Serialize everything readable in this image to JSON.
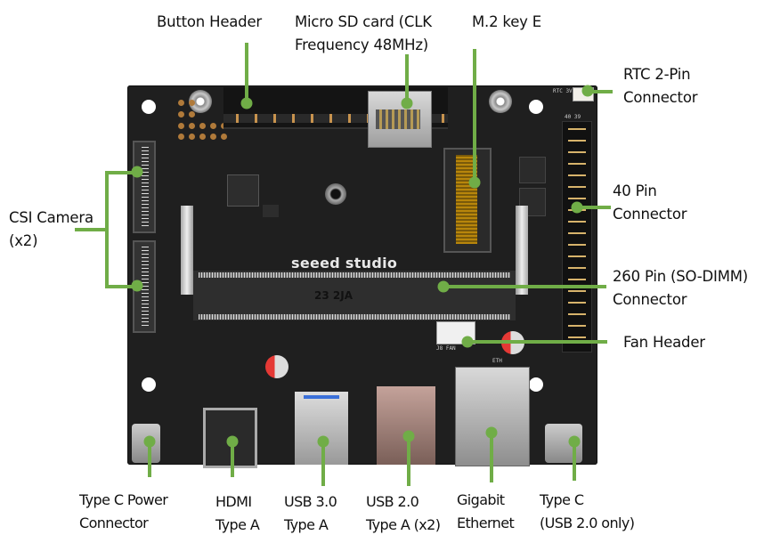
{
  "figure": {
    "subject": "Carrier board with labeled connectors",
    "accent_color": "#70ad47",
    "board_silkscreen": {
      "brand": "seeed studio",
      "so_dimm_marking": "23 2JA",
      "fan_label": "J8 FAN",
      "eth_label": "ETH",
      "rtc_label": "RTC 3V",
      "pin_numbers": "40 39"
    }
  },
  "callouts": {
    "button_header": {
      "text": "Button Header"
    },
    "micro_sd": {
      "text": "Micro SD card (CLK\nFrequency 48MHz)"
    },
    "m2_key_e": {
      "text": "M.2 key E"
    },
    "rtc": {
      "text": "RTC 2-Pin\nConnector"
    },
    "gpio_40pin": {
      "text": "40 Pin\nConnector"
    },
    "csi_camera": {
      "text": "CSI Camera\n(x2)"
    },
    "so_dimm": {
      "text": "260 Pin (SO-DIMM)\nConnector"
    },
    "fan_header": {
      "text": "Fan Header"
    },
    "type_c_power": {
      "text": "Type C Power\nConnector"
    },
    "hdmi": {
      "text": "HDMI\nType A"
    },
    "usb3": {
      "text": "USB 3.0\nType A"
    },
    "usb2": {
      "text": "USB 2.0\nType A (x2)"
    },
    "ethernet": {
      "text": "Gigabit\nEthernet"
    },
    "type_c_usb2": {
      "text": "Type C\n(USB 2.0 only)"
    }
  }
}
